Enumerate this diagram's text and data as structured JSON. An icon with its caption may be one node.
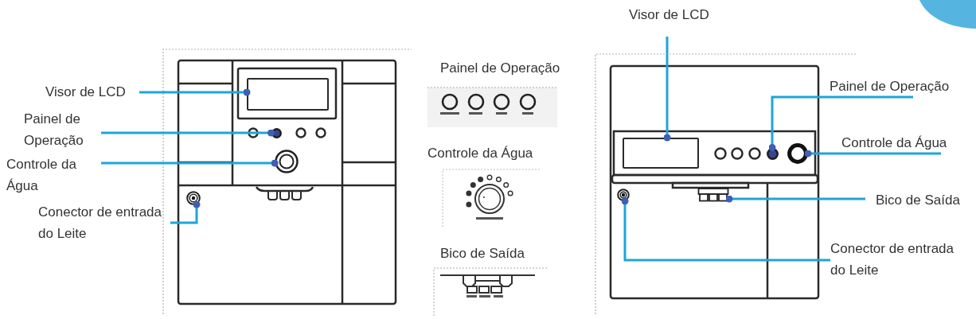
{
  "diagram": {
    "nodes": [
      {
        "text": [
          "Visor de LCD"
        ]
      },
      {
        "text": [],
        "shape": "box"
      },
      {
        "text": [
          "Painel de Operação"
        ]
      },
      {
        "text": [],
        "shape": "circle"
      },
      {
        "text": [
          "Controle da Água"
        ]
      },
      {
        "text": [],
        "shape": "circle"
      },
      {
        "text": [
          "Conector de entrada do Leite"
        ]
      },
      {
        "text": [],
        "shape": "circle"
      },
      {
        "text": [
          "Visor de LCD"
        ]
      },
      {
        "text": [],
        "shape": "box"
      },
      {
        "text": [
          "Painel de Operação"
        ]
      },
      {
        "text": [],
        "shape": "circle"
      },
      {
        "text": [
          "Controle da Água"
        ]
      },
      {
        "text": [],
        "shape": "circle"
      },
      {
        "text": [
          "Bico de Saída"
        ]
      },
      {
        "text": [],
        "shape": "picture"
      },
      {
        "text": [
          "Conector de entrada do Leite"
        ]
      },
      {
        "text": [],
        "shape": "circle"
      }
    ],
    "edges": [
      {
        "from": 0,
        "to": 1,
        "arrow": "other"
      },
      {
        "from": 2,
        "to": 3,
        "arrow": "other"
      },
      {
        "from": 4,
        "to": 5,
        "arrow": "other"
      },
      {
        "from": 6,
        "to": 7,
        "arrow": "other"
      },
      {
        "from": 8,
        "to": 9,
        "arrow": "other"
      },
      {
        "from": 10,
        "to": 11,
        "arrow": "other"
      },
      {
        "from": 12,
        "to": 13,
        "arrow": "other"
      },
      {
        "from": 14,
        "to": 15,
        "arrow": "other"
      },
      {
        "from": 16,
        "to": 17,
        "arrow": "other"
      }
    ],
    "labels": [
      "Painel de Operação",
      "Controle da Água",
      "Bico de Saída"
    ]
  }
}
